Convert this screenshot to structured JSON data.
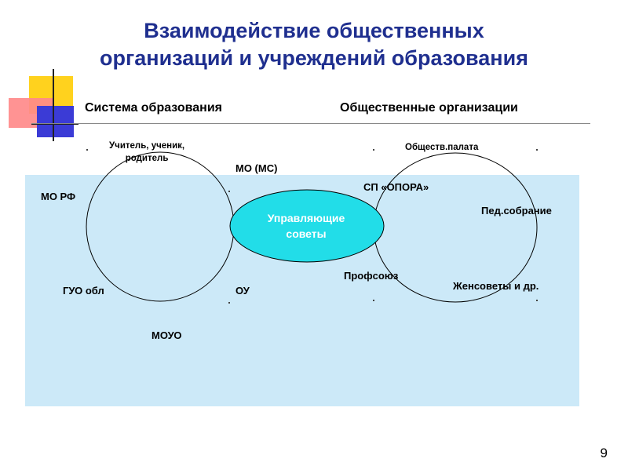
{
  "title": {
    "line1": "Взаимодействие общественных",
    "line2": "организаций и учреждений образования"
  },
  "headers": {
    "left": "Система образования",
    "right": "Общественные организации"
  },
  "left_circle": {
    "top_label_line1": "Учитель, ученик,",
    "top_label_line2": "родитель"
  },
  "labels": {
    "mo_rf": "МО РФ",
    "mo_ms": "МО (МС)",
    "guo": "ГУО обл",
    "ou": "ОУ",
    "mouo": "МОУО",
    "obshchestv": "Обществ.палата",
    "sp_opora": "СП «ОПОРА»",
    "ped": "Пед.собрание",
    "profsoyuz": "Профсоюз",
    "zhensovety": "Женсоветы и др."
  },
  "center": {
    "line1": "Управляющие",
    "line2": "советы",
    "fill": "#22dde8"
  },
  "colors": {
    "title": "#1f2f8f",
    "panel": "#cce9f8",
    "deco_yellow": "#ffd21e",
    "deco_red": "#ff8a8a",
    "deco_blue": "#3b3bd6"
  },
  "page_number": "9"
}
